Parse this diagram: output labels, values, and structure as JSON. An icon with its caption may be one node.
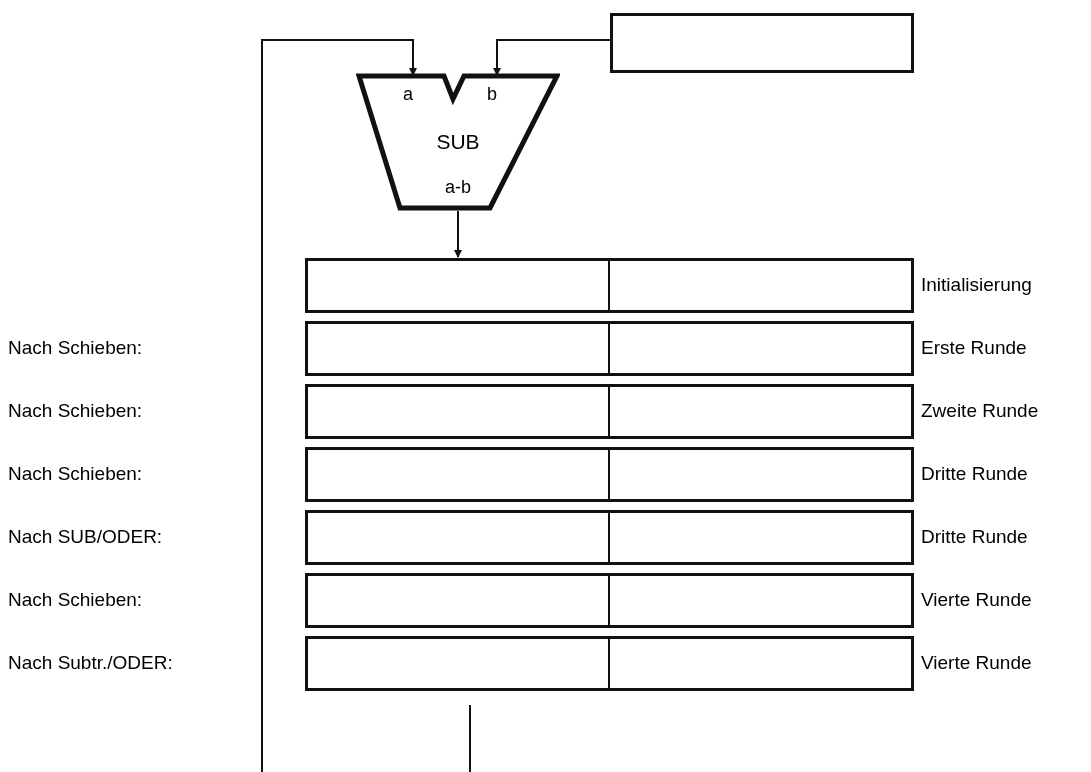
{
  "diagram": {
    "nodes": [
      {
        "text": [],
        "shape": "box"
      },
      {
        "text": [
          "a",
          "b",
          "SUB",
          "a-b"
        ]
      },
      {
        "text": [],
        "shape": "box",
        "beside": [
          "Initialisierung"
        ]
      },
      {
        "text": [],
        "shape": "box",
        "beside": [
          "Erste Runde"
        ]
      },
      {
        "text": [],
        "shape": "box",
        "beside": [
          "Zweite Runde"
        ]
      },
      {
        "text": [],
        "shape": "box",
        "beside": [
          "Dritte Runde"
        ]
      },
      {
        "text": [],
        "shape": "box",
        "beside": [
          "Dritte Runde"
        ]
      },
      {
        "text": [],
        "shape": "box",
        "beside": [
          "Vierte Runde"
        ]
      },
      {
        "text": [],
        "shape": "box",
        "beside": [
          "Vierte Runde"
        ]
      }
    ],
    "edges": [
      {
        "from": 0,
        "to": 1,
        "arrow": "to"
      },
      {
        "from": null,
        "to": 1,
        "arrow": "to"
      },
      {
        "from": 1,
        "to": 2,
        "arrow": "to"
      }
    ],
    "labels": [
      "Nach Schieben:",
      "Nach Schieben:",
      "Nach Schieben:",
      "Nach SUB/ODER:",
      "Nach Schieben:",
      "Nach Subtr./ODER:"
    ]
  }
}
